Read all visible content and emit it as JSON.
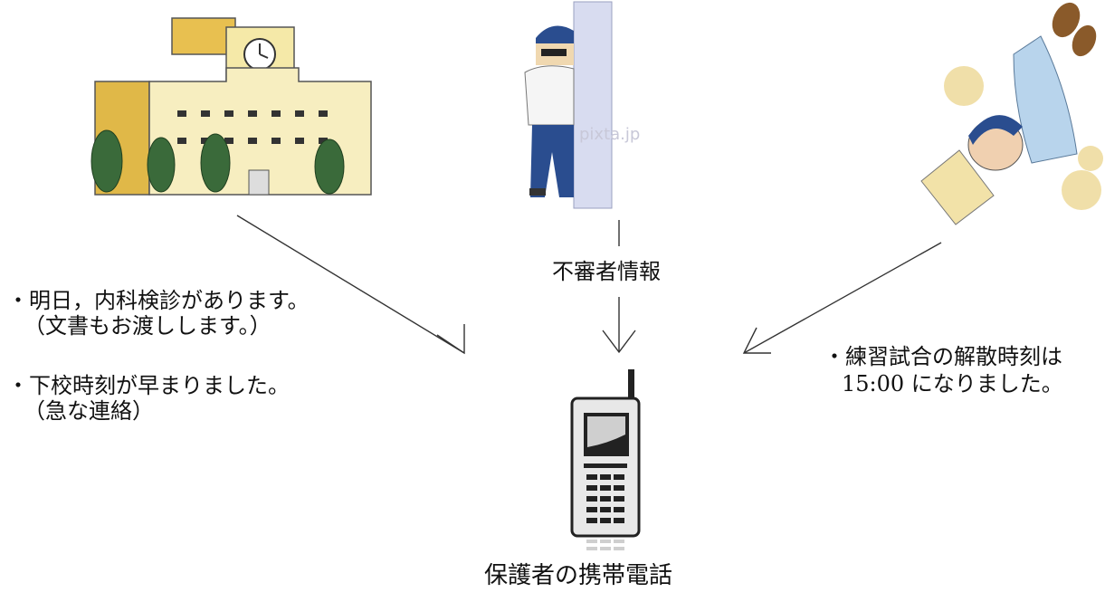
{
  "school": {
    "message_1": "・明日，内科検診があります。",
    "message_1_sub": "（文書もお渡しします。）",
    "message_2": "・下校時刻が早まりました。",
    "message_2_sub": "（急な連絡）"
  },
  "suspicious_person": {
    "label": "不審者情報",
    "watermark": "pixta.jp"
  },
  "practice_match": {
    "line_1": "・練習試合の解散時刻は",
    "line_2": "15:00 になりました。"
  },
  "phone": {
    "label": "保護者の携帯電話"
  },
  "icons": [
    "school-building-icon",
    "suspicious-person-icon",
    "falling-child-icon",
    "mobile-phone-icon"
  ]
}
